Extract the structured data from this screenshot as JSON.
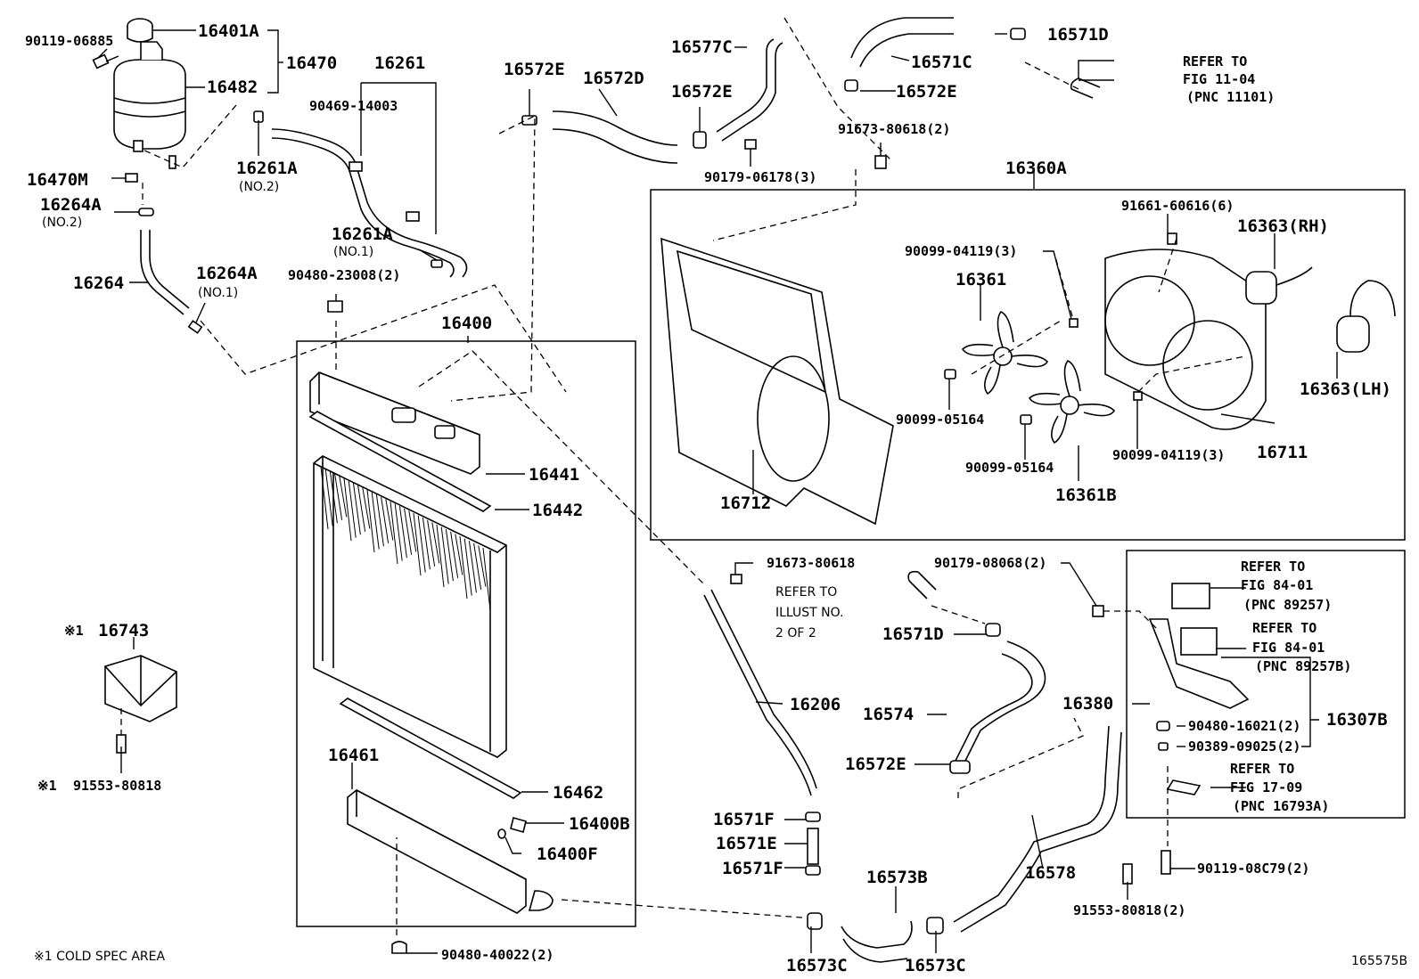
{
  "labels": {
    "p16401A": "16401A",
    "p16470": "16470",
    "p90119_06885": "90119-06885",
    "p16482": "16482",
    "p16261": "16261",
    "p90469_14003": "90469-14003",
    "p16261A_a": "16261A",
    "no2_a": "(NO.2)",
    "p16470M": "16470M",
    "p16264A_a": "16264A",
    "no2_b": "(NO.2)",
    "p16261A_b": "16261A",
    "no1_a": "(NO.1)",
    "p16264": "16264",
    "p16264A_b": "16264A",
    "no1_b": "(NO.1)",
    "p90480_23008": "90480-23008(2)",
    "p16400": "16400",
    "p16441": "16441",
    "p16442": "16442",
    "p16461": "16461",
    "p16462": "16462",
    "p16400B": "16400B",
    "p16400F": "16400F",
    "p90480_40022": "90480-40022(2)",
    "p16743_mark": "※1",
    "p16743": "16743",
    "p91553_mark": "※1",
    "p91553_80818_a": "91553-80818",
    "cold_note": "※1  COLD SPEC AREA",
    "p16572E_a": "16572E",
    "p16572D": "16572D",
    "p16577C": "16577C",
    "p16572E_b": "16572E",
    "p90179_06178": "90179-06178(3)",
    "p16571D_a": "16571D",
    "p16571C": "16571C",
    "p16572E_c": "16572E",
    "p91673_80618_2": "91673-80618(2)",
    "refer_a1": "REFER TO",
    "refer_a2": "FIG 11-04",
    "refer_a3": "(PNC 11101)",
    "p16360A": "16360A",
    "p91661_60616": "91661-60616(6)",
    "p16363RH": "16363(RH)",
    "p90099_04119_a": "90099-04119(3)",
    "p16361": "16361",
    "p90099_05164_a": "90099-05164",
    "p90099_05164_b": "90099-05164",
    "p16363LH": "16363(LH)",
    "p90099_04119_b": "90099-04119(3)",
    "p16711": "16711",
    "p16712": "16712",
    "p16361B": "16361B",
    "p91673_80618": "91673-80618",
    "refer_b1": "REFER TO",
    "refer_b2": "ILLUST NO.",
    "refer_b3": "2 OF 2",
    "p90179_08068": "90179-08068(2)",
    "p16571D_b": "16571D",
    "p16206": "16206",
    "p16574": "16574",
    "p16572E_d": "16572E",
    "p16571F_a": "16571F",
    "p16571E": "16571E",
    "p16571F_b": "16571F",
    "p16573B": "16573B",
    "p16578": "16578",
    "p16573C_a": "16573C",
    "p16573C_b": "16573C",
    "p91553_80818_b": "91553-80818(2)",
    "refer_c1": "REFER TO",
    "refer_c2": "FIG 84-01",
    "refer_c3": "(PNC 89257)",
    "refer_d1": "REFER TO",
    "refer_d2": "FIG 84-01",
    "refer_d3": "(PNC 89257B)",
    "p16380": "16380",
    "p90480_16021": "90480-16021(2)",
    "p16307B": "16307B",
    "p90389_09025": "90389-09025(2)",
    "refer_e1": "REFER TO",
    "refer_e2": "FIG 17-09",
    "refer_e3": "(PNC 16793A)",
    "p90119_08C79": "90119-08C79(2)",
    "fig_id": "165575B"
  }
}
